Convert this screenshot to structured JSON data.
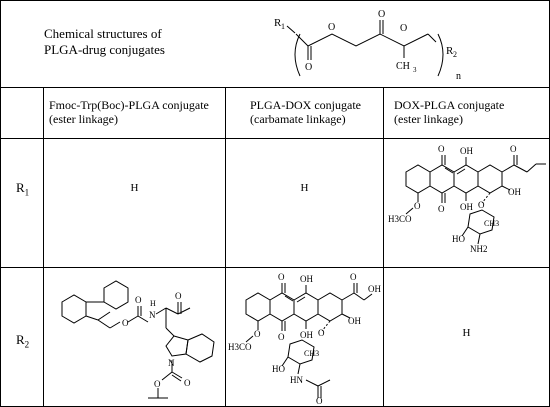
{
  "title": {
    "line1": "Chemical structures of",
    "line2": "PLGA-drug conjugates"
  },
  "general_structure": {
    "r1": "R",
    "r1_sub": "1",
    "r2": "R",
    "r2_sub": "2",
    "n": "n",
    "o": "O",
    "ch3": "CH",
    "ch3_sub": "3"
  },
  "columns": [
    {
      "line1": "Fmoc-Trp(Boc)-PLGA conjugate",
      "line2": "(ester linkage)"
    },
    {
      "line1": "PLGA-DOX conjugate",
      "line2": "(carbamate linkage)"
    },
    {
      "line1": "DOX-PLGA conjugate",
      "line2": "(ester linkage)"
    }
  ],
  "rows": [
    {
      "label": "R",
      "label_sub": "1",
      "cells": [
        "H",
        "H",
        ""
      ]
    },
    {
      "label": "R",
      "label_sub": "2",
      "cells": [
        "",
        "",
        "H"
      ]
    }
  ],
  "dox_labels": {
    "o": "O",
    "oh": "OH",
    "h3co": "H3CO",
    "nh2": "NH2",
    "ho": "HO",
    "hn": "HN",
    "ch3": "CH3"
  },
  "fmoc_labels": {
    "o": "O",
    "h": "H",
    "n": "N"
  }
}
